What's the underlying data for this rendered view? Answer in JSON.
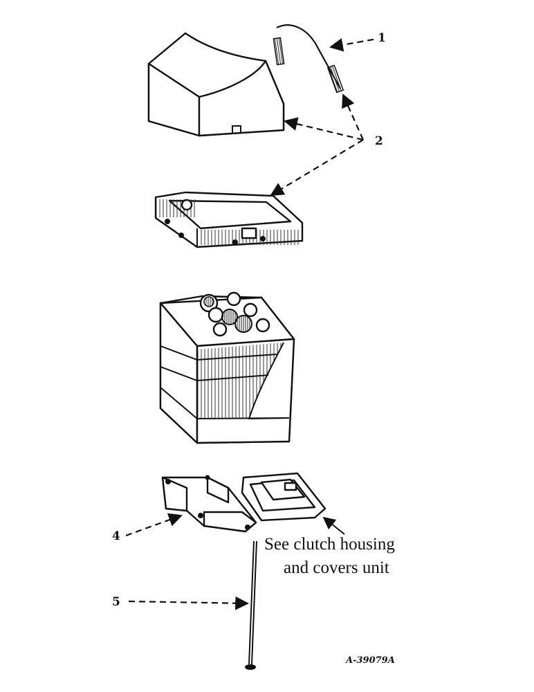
{
  "callouts": [
    {
      "number": "1",
      "part": "strap"
    },
    {
      "number": "2",
      "part": "cover-and-hold-down-frame"
    },
    {
      "number": "4",
      "part": "battery-carrier-bracket"
    },
    {
      "number": "5",
      "part": "hold-down-bolt"
    }
  ],
  "note": {
    "line1": "See clutch housing",
    "line2": "and covers unit"
  },
  "figure_id": "A-39079A",
  "icons": [
    "arrow-icon"
  ]
}
